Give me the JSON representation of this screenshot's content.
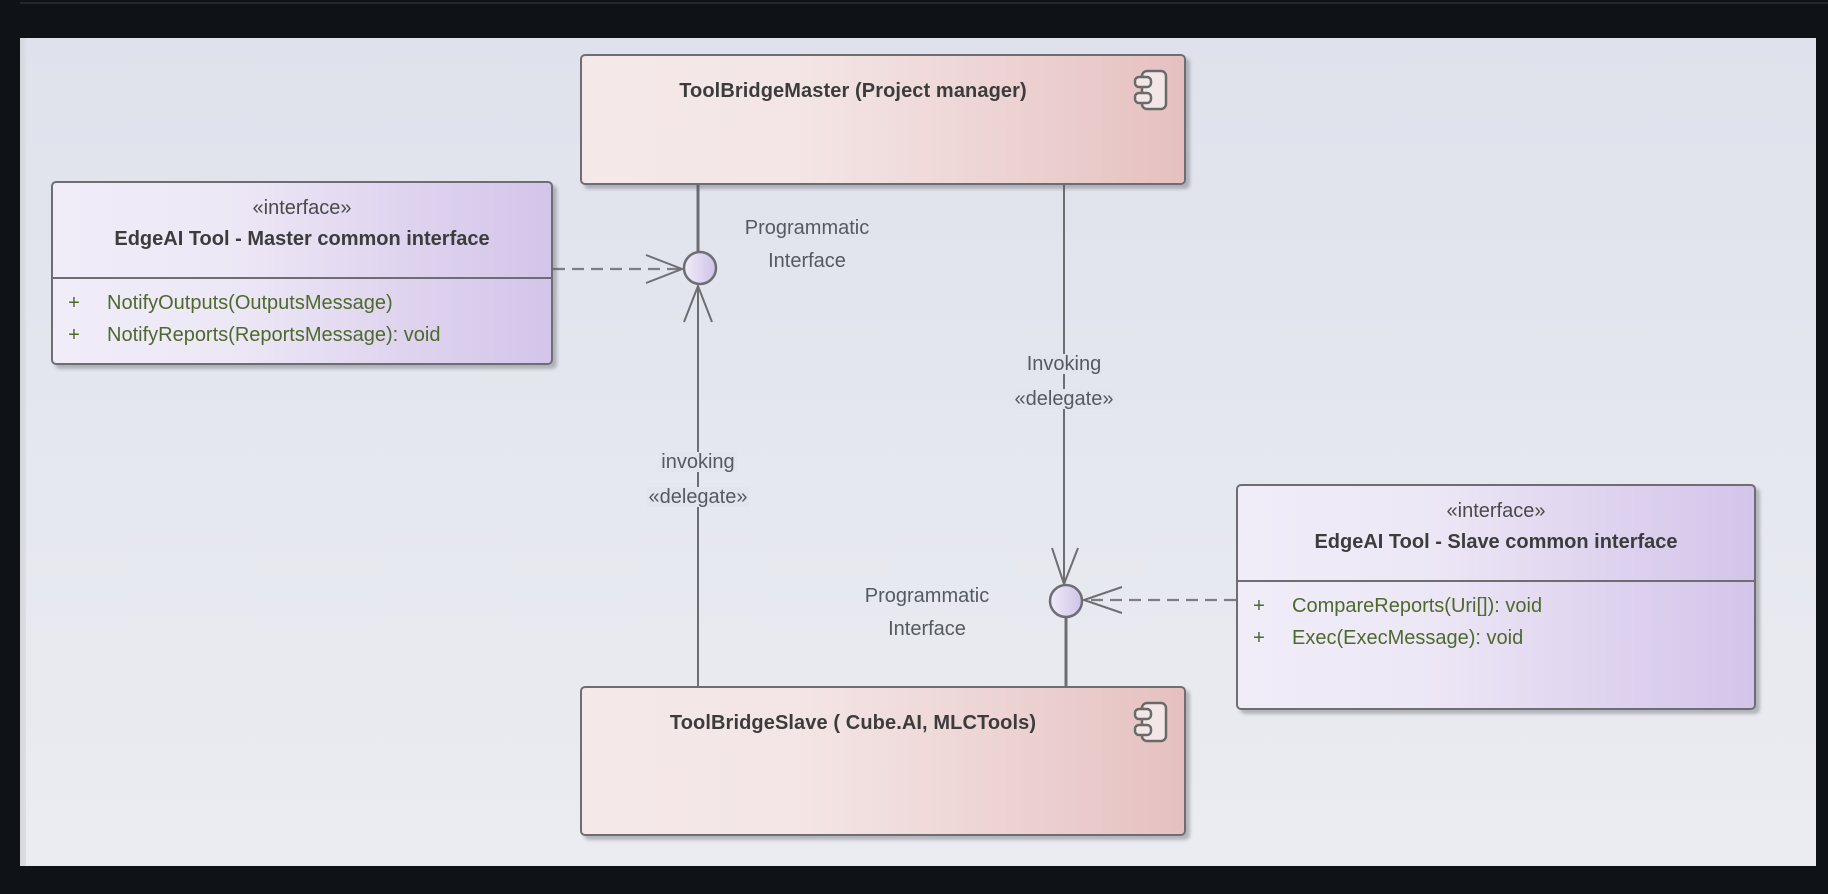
{
  "diagram": {
    "type": "UML component diagram",
    "colors": {
      "component_fill_start": "#f5e8e8",
      "component_fill_end": "#e6c0c0",
      "interface_fill_start": "#f0ecf8",
      "interface_fill_end": "#d3c5ea",
      "method_text": "#4d6a2c",
      "line": "#6e6e72"
    },
    "components": [
      {
        "id": "master",
        "title": "ToolBridgeMaster (Project manager)",
        "icon": "component-icon"
      },
      {
        "id": "slave",
        "title": "ToolBridgeSlave ( Cube.AI, MLCTools)",
        "icon": "component-icon"
      }
    ],
    "interfaces": [
      {
        "id": "master-interface",
        "stereotype": "«interface»",
        "name": "EdgeAI Tool - Master common interface",
        "methods": [
          {
            "visibility": "+",
            "signature": "NotifyOutputs(OutputsMessage)"
          },
          {
            "visibility": "+",
            "signature": "NotifyReports(ReportsMessage): void"
          }
        ]
      },
      {
        "id": "slave-interface",
        "stereotype": "«interface»",
        "name": "EdgeAI Tool - Slave common interface",
        "methods": [
          {
            "visibility": "+",
            "signature": "CompareReports(Uri[]): void"
          },
          {
            "visibility": "+",
            "signature": "Exec(ExecMessage): void"
          }
        ]
      }
    ],
    "ports": [
      {
        "id": "master-port",
        "label_line1": "Programmatic",
        "label_line2": "Interface"
      },
      {
        "id": "slave-port",
        "label_line1": "Programmatic",
        "label_line2": "Interface"
      }
    ],
    "connectors": [
      {
        "id": "slave-to-master",
        "name": "invoking",
        "stereotype": "«delegate»"
      },
      {
        "id": "master-to-slave",
        "name": "Invoking",
        "stereotype": "«delegate»"
      }
    ]
  }
}
